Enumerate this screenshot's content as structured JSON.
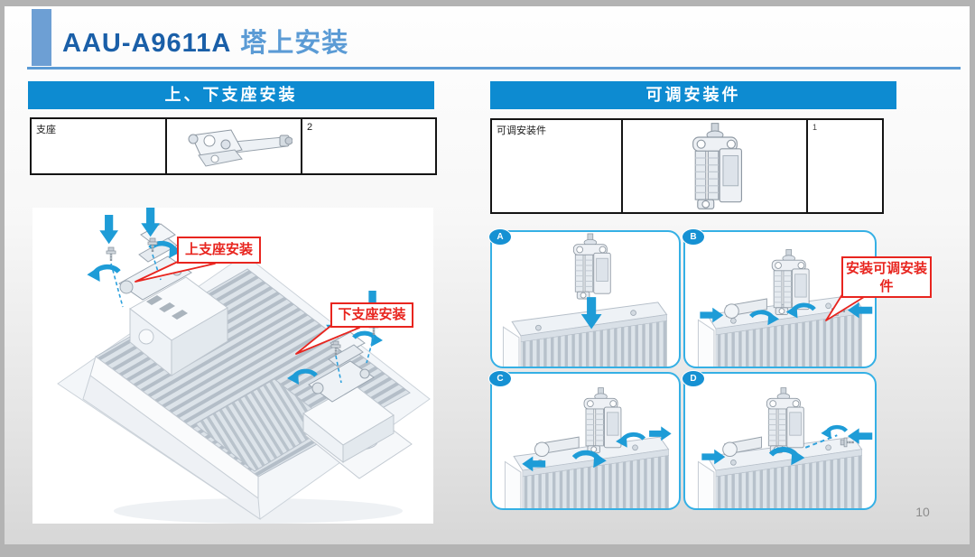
{
  "slide": {
    "title_model": "AAU-A9611A",
    "title_subtitle": "塔上安装",
    "page_number": "10"
  },
  "left_section": {
    "header": "上、下支座安装",
    "table": {
      "part_name": "支座",
      "part_image": "bracket-part",
      "quantity": "2"
    },
    "callout_upper": "上支座安装",
    "callout_lower": "下支座安装"
  },
  "right_section": {
    "header": "可调安装件",
    "table": {
      "part_name": "可调安装件",
      "part_image": "adjustable-mount-part",
      "quantity": "1"
    },
    "callout": "安装可调安装件",
    "panel_labels": [
      "A",
      "B",
      "C",
      "D"
    ]
  },
  "colors": {
    "header_blue": "#0d8bd1",
    "accent_bar": "#6d9fd4",
    "title_dark": "#1a5fa8",
    "title_light": "#5b9bd5",
    "panel_border": "#35b0e5",
    "badge_blue": "#1691d3",
    "arrow_blue": "#1e9cd7",
    "callout_red": "#e8251f",
    "frame_gray": "#b3b3b3"
  }
}
